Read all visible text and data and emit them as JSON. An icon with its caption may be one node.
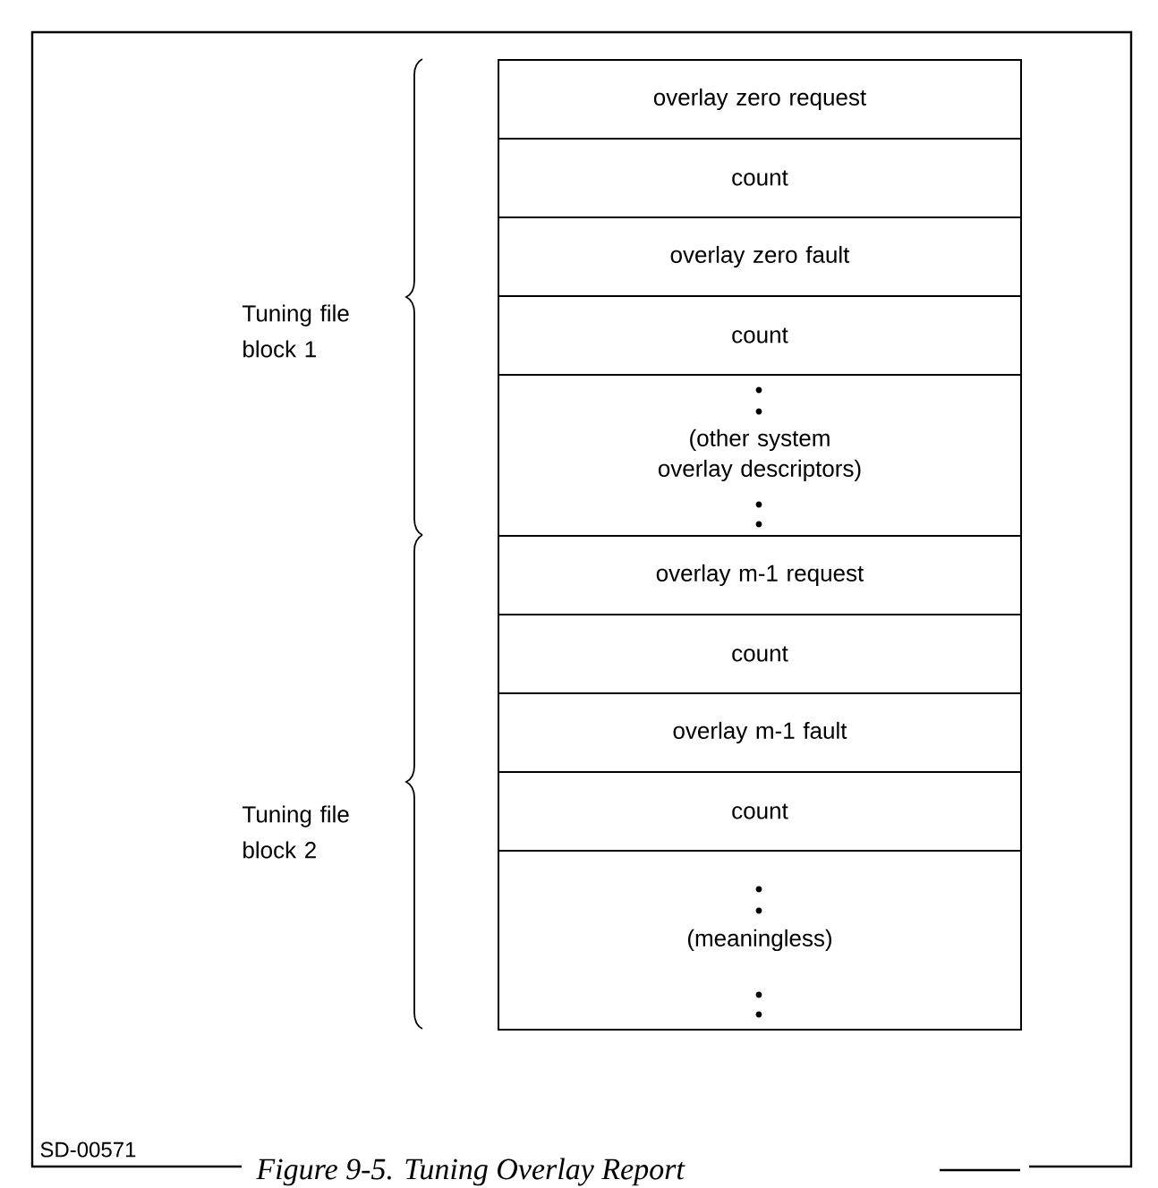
{
  "diagram": {
    "caption": "Figure 9-5. Tuning Overlay Report",
    "nodes": [
      {
        "text": [
          "overlay zero request"
        ]
      },
      {
        "text": [
          "count"
        ]
      },
      {
        "text": [
          "overlay zero fault"
        ]
      },
      {
        "text": [
          "count"
        ]
      },
      {
        "text": [
          "(other system overlay descriptors)"
        ]
      },
      {
        "text": [
          "overlay m-1 request"
        ]
      },
      {
        "text": [
          "count"
        ]
      },
      {
        "text": [
          "overlay m-1 fault"
        ]
      },
      {
        "text": [
          "count"
        ]
      },
      {
        "text": [
          "(meaningless)"
        ]
      }
    ],
    "edges": [],
    "labels": [
      "Tuning file block 1",
      "Tuning file block 2",
      "SD-00571"
    ]
  }
}
